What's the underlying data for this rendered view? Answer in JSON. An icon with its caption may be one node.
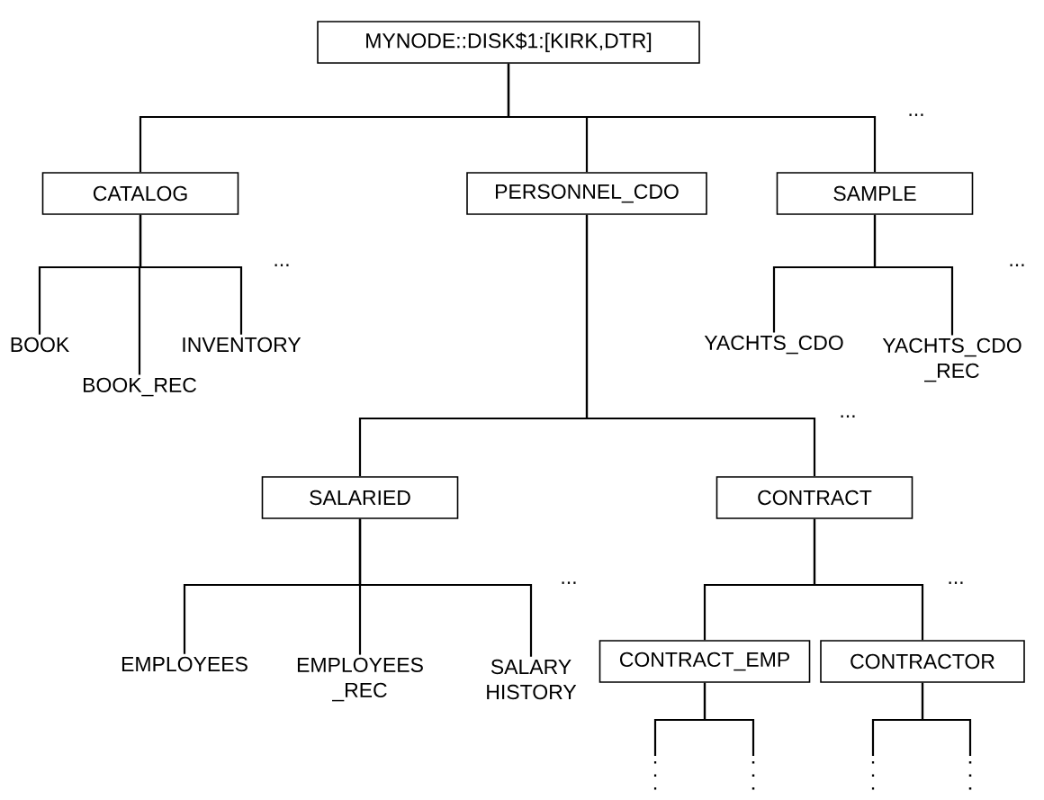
{
  "diagram": {
    "nodes": [
      {
        "text": [
          "MYNODE::DISK$1:[KIRK,DTR]"
        ]
      },
      {
        "text": [
          "CATALOG"
        ]
      },
      {
        "text": [
          "PERSONNEL_CDO"
        ]
      },
      {
        "text": [
          "SAMPLE"
        ]
      },
      {
        "text": [
          "BOOK"
        ]
      },
      {
        "text": [
          "BOOK_REC"
        ]
      },
      {
        "text": [
          "INVENTORY"
        ]
      },
      {
        "text": [
          "YACHTS_CDO"
        ]
      },
      {
        "text": [
          "YACHTS_CDO _REC"
        ]
      },
      {
        "text": [
          "SALARIED"
        ]
      },
      {
        "text": [
          "CONTRACT"
        ]
      },
      {
        "text": [
          "EMPLOYEES"
        ]
      },
      {
        "text": [
          "EMPLOYEES _REC"
        ]
      },
      {
        "text": [
          "SALARY HISTORY"
        ]
      },
      {
        "text": [
          "CONTRACT_EMP"
        ]
      },
      {
        "text": [
          "CONTRACTOR"
        ]
      }
    ],
    "edges": [
      {
        "from": 0,
        "to": 1,
        "arrow": "none"
      },
      {
        "from": 0,
        "to": 2,
        "arrow": "none"
      },
      {
        "from": 0,
        "to": 3,
        "arrow": "none"
      },
      {
        "from": 1,
        "to": 4,
        "arrow": "none"
      },
      {
        "from": 1,
        "to": 5,
        "arrow": "none"
      },
      {
        "from": 1,
        "to": 6,
        "arrow": "none"
      },
      {
        "from": 3,
        "to": 7,
        "arrow": "none"
      },
      {
        "from": 3,
        "to": 8,
        "arrow": "none"
      },
      {
        "from": 2,
        "to": 9,
        "arrow": "none"
      },
      {
        "from": 2,
        "to": 10,
        "arrow": "none"
      },
      {
        "from": 9,
        "to": 11,
        "arrow": "none"
      },
      {
        "from": 9,
        "to": 12,
        "arrow": "none"
      },
      {
        "from": 9,
        "to": 13,
        "arrow": "none"
      },
      {
        "from": 10,
        "to": 14,
        "arrow": "none"
      },
      {
        "from": 10,
        "to": 15,
        "arrow": "none"
      },
      {
        "from": 14,
        "to": null,
        "arrow": "none"
      },
      {
        "from": 14,
        "to": null,
        "arrow": "none"
      },
      {
        "from": 15,
        "to": null,
        "arrow": "none"
      },
      {
        "from": 15,
        "to": null,
        "arrow": "none"
      }
    ],
    "labels": [
      "...",
      "...",
      "...",
      "...",
      "...",
      "..."
    ]
  }
}
